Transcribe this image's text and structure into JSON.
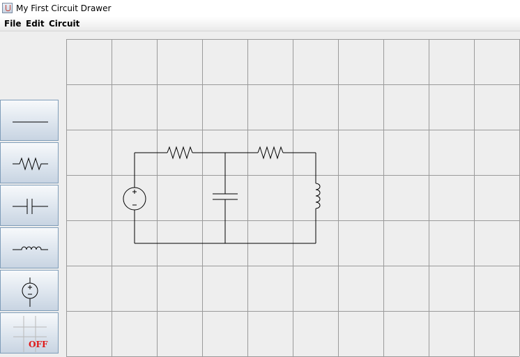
{
  "window": {
    "title": "My First Circuit Drawer",
    "icon": "java-cup-icon"
  },
  "menubar": {
    "items": [
      "File",
      "Edit",
      "Circuit"
    ]
  },
  "toolbox": {
    "tools": [
      {
        "name": "wire",
        "icon": "wire-icon"
      },
      {
        "name": "resistor",
        "icon": "resistor-icon"
      },
      {
        "name": "capacitor",
        "icon": "capacitor-icon"
      },
      {
        "name": "inductor",
        "icon": "inductor-icon"
      },
      {
        "name": "voltage-source",
        "icon": "voltage-source-icon"
      },
      {
        "name": "grid-toggle",
        "icon": "grid-icon",
        "label": "OFF",
        "label_color": "#e01818"
      }
    ]
  },
  "canvas": {
    "grid_columns": 10,
    "grid_rows": 7,
    "grid_color": "#9a9a9a",
    "background": "#eeeeee",
    "circuit": {
      "components": [
        "voltage-source",
        "resistor",
        "resistor",
        "capacitor",
        "inductor"
      ]
    }
  }
}
